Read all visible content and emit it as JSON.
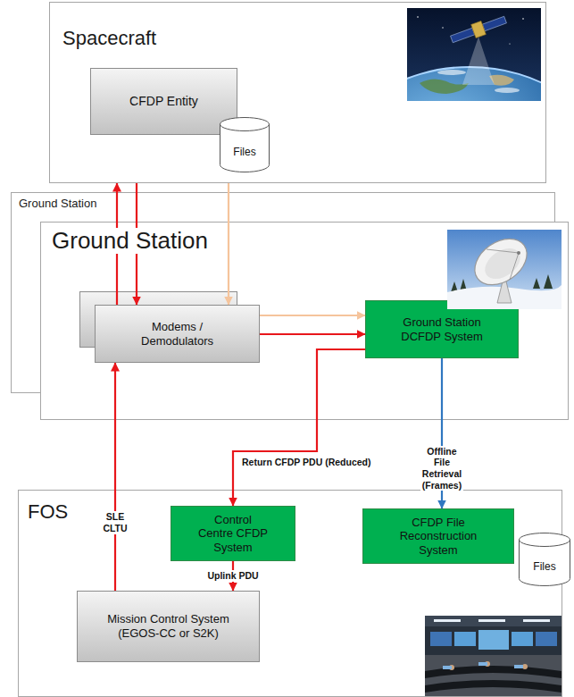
{
  "diagram": {
    "nodes": [
      {
        "text": [
          "Spacecraft"
        ]
      },
      {
        "text": [
          "CFDP Entity"
        ],
        "in": 0
      },
      {
        "text": [
          "Files"
        ],
        "in": 0
      },
      {
        "text": [
          "Ground Station"
        ]
      },
      {
        "text": [
          "Ground Station"
        ]
      },
      {
        "text": [
          "Modems / Demodulators"
        ],
        "in": 4
      },
      {
        "text": [
          "Ground Station DCFDP System"
        ],
        "in": 4
      },
      {
        "text": [
          "FOS"
        ]
      },
      {
        "text": [
          "Control Centre CFDP System"
        ],
        "in": 7
      },
      {
        "text": [
          "CFDP File Reconstruction System"
        ],
        "in": 7
      },
      {
        "text": [
          "Files"
        ],
        "in": 7
      },
      {
        "text": [
          "Mission Control System (EGOS-CC or S2K)"
        ],
        "in": 7
      }
    ],
    "edges": [
      {
        "from": 5,
        "to": 0,
        "arrow": "to"
      },
      {
        "from": 0,
        "to": 5,
        "arrow": "to"
      },
      {
        "from": 0,
        "to": 5,
        "arrow": "to"
      },
      {
        "from": 5,
        "to": 6,
        "arrow": "to"
      },
      {
        "from": 5,
        "to": 6,
        "arrow": "to"
      },
      {
        "from": 6,
        "to": 8,
        "arrow": "to",
        "label": "Return CFDP PDU (Reduced)"
      },
      {
        "from": 6,
        "to": 9,
        "arrow": "to",
        "label": "Offline File Retrieval (Frames)"
      },
      {
        "from": 8,
        "to": 11,
        "arrow": "to",
        "label": "Uplink PDU"
      },
      {
        "from": 11,
        "to": 5,
        "arrow": "to",
        "label": "SLE CLTU"
      }
    ]
  }
}
